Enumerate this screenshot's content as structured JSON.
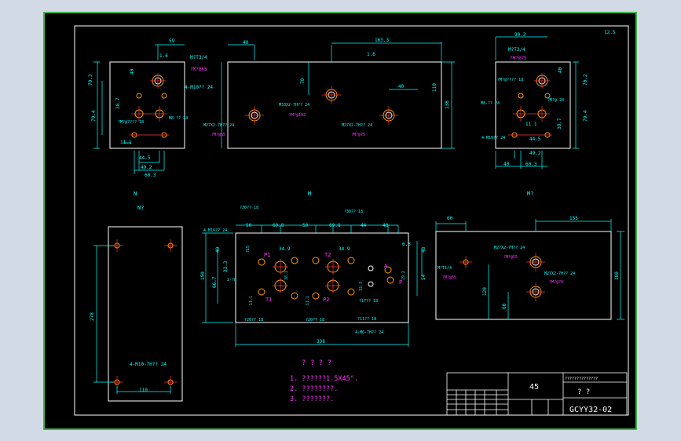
{
  "colors": {
    "bg": "#000000",
    "frame": "#3cb44a",
    "dim": "#00ffff",
    "line": "#ffffff",
    "note": "#ff33ff",
    "hole": "#ff9900",
    "center": "#ff3333",
    "text": "#ffff00"
  },
  "views": {
    "left": {
      "dims": [
        "59",
        "1.6",
        "M?T3/4",
        "?M?@65",
        "4-M10?? 24",
        "70.3",
        "40",
        "38.7",
        "79.4",
        "?M?@???? 18",
        "M8-?? 24",
        "11.1",
        "44.5",
        "49.2",
        "60.3"
      ]
    },
    "front": {
      "dims": [
        "40",
        "163.3",
        "70",
        "40",
        "110",
        "138",
        "M33X2-7H?? 24",
        "?M?@103",
        "M27X2-7H?? 24",
        "?M?@65",
        "M27X2-7H?? 24",
        "?M?@75",
        "1.6"
      ]
    },
    "right": {
      "dims": [
        "90.3",
        "12.5",
        "M?T3/4",
        "?M?@75",
        "?M?@???? 18",
        "40",
        "70.2",
        "M8-?? 24",
        "?M?@ 24",
        "79.4",
        "11.1",
        "38.7",
        "4-M10?? 24",
        "44.5",
        "49.2",
        "40",
        "60.3"
      ]
    },
    "labels": {
      "n": "N",
      "m": "M",
      "na": "N?",
      "ma": "M?"
    },
    "bottom_left": {
      "dims": [
        "278",
        "4-M10-7H?? 24",
        "110"
      ]
    },
    "top_view": {
      "dims": [
        "4-M16?? 24",
        "50",
        "69.8",
        "50",
        "69.8",
        "44",
        "48",
        "?30?? 18",
        "?30?? 18",
        "40",
        "34.9",
        "34.9",
        "6.3",
        "48",
        "?15",
        "?20?? 18",
        "?17?? 18",
        "?11?? 18",
        "4-M6-7H?? 24",
        "338",
        "150",
        "66.7",
        "33.3",
        "2-?8",
        "?20?? 18",
        "11.1",
        "11.1",
        "38.1",
        "P1",
        "T2",
        "T1",
        "P2",
        "A",
        "P",
        "19.2",
        "33.3",
        "54"
      ]
    },
    "right_view": {
      "dims": [
        "60",
        "155",
        "M?T1/4",
        "?M?@55",
        "M27X2-7H?? 24",
        "?M?@55",
        "M27X2-7H?? 24",
        "?M?@70",
        "120",
        "60",
        "180"
      ]
    }
  },
  "notes": {
    "title": "? ? ? ?",
    "items": [
      "1. ??????1.5X45°.",
      "2. ????????.",
      "3. ???????."
    ]
  },
  "title_block": {
    "material": "45",
    "name": "? ?",
    "drawing_no": "GCYY32-02",
    "header_text": "??????????????"
  }
}
